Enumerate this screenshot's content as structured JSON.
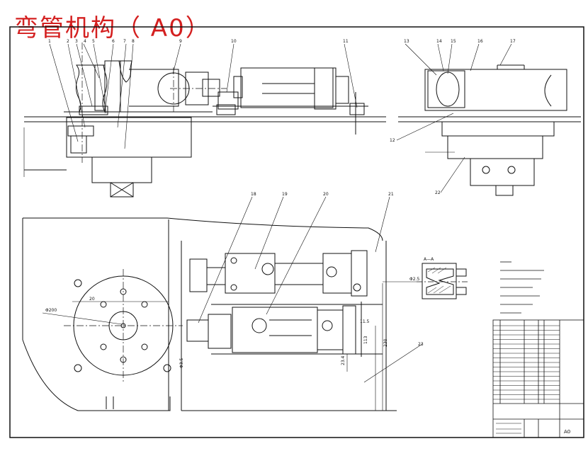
{
  "title": "弯管机构（ A0）",
  "colors": {
    "ink": "#111111",
    "title": "#d42020",
    "paper": "#ffffff"
  },
  "part_numbers": [
    "1",
    "2",
    "3",
    "4",
    "5",
    "6",
    "7",
    "8",
    "9",
    "10",
    "11",
    "12",
    "13",
    "14",
    "15",
    "16",
    "17",
    "18",
    "19",
    "20",
    "21",
    "22",
    "23"
  ],
  "section_label": "A—A",
  "dimensions": [
    "Φ200",
    "Φ3.5",
    "Φ2.5",
    "20",
    "11.5",
    "23.4",
    "113",
    "230"
  ],
  "title_block": {
    "scale_label": "A0"
  }
}
